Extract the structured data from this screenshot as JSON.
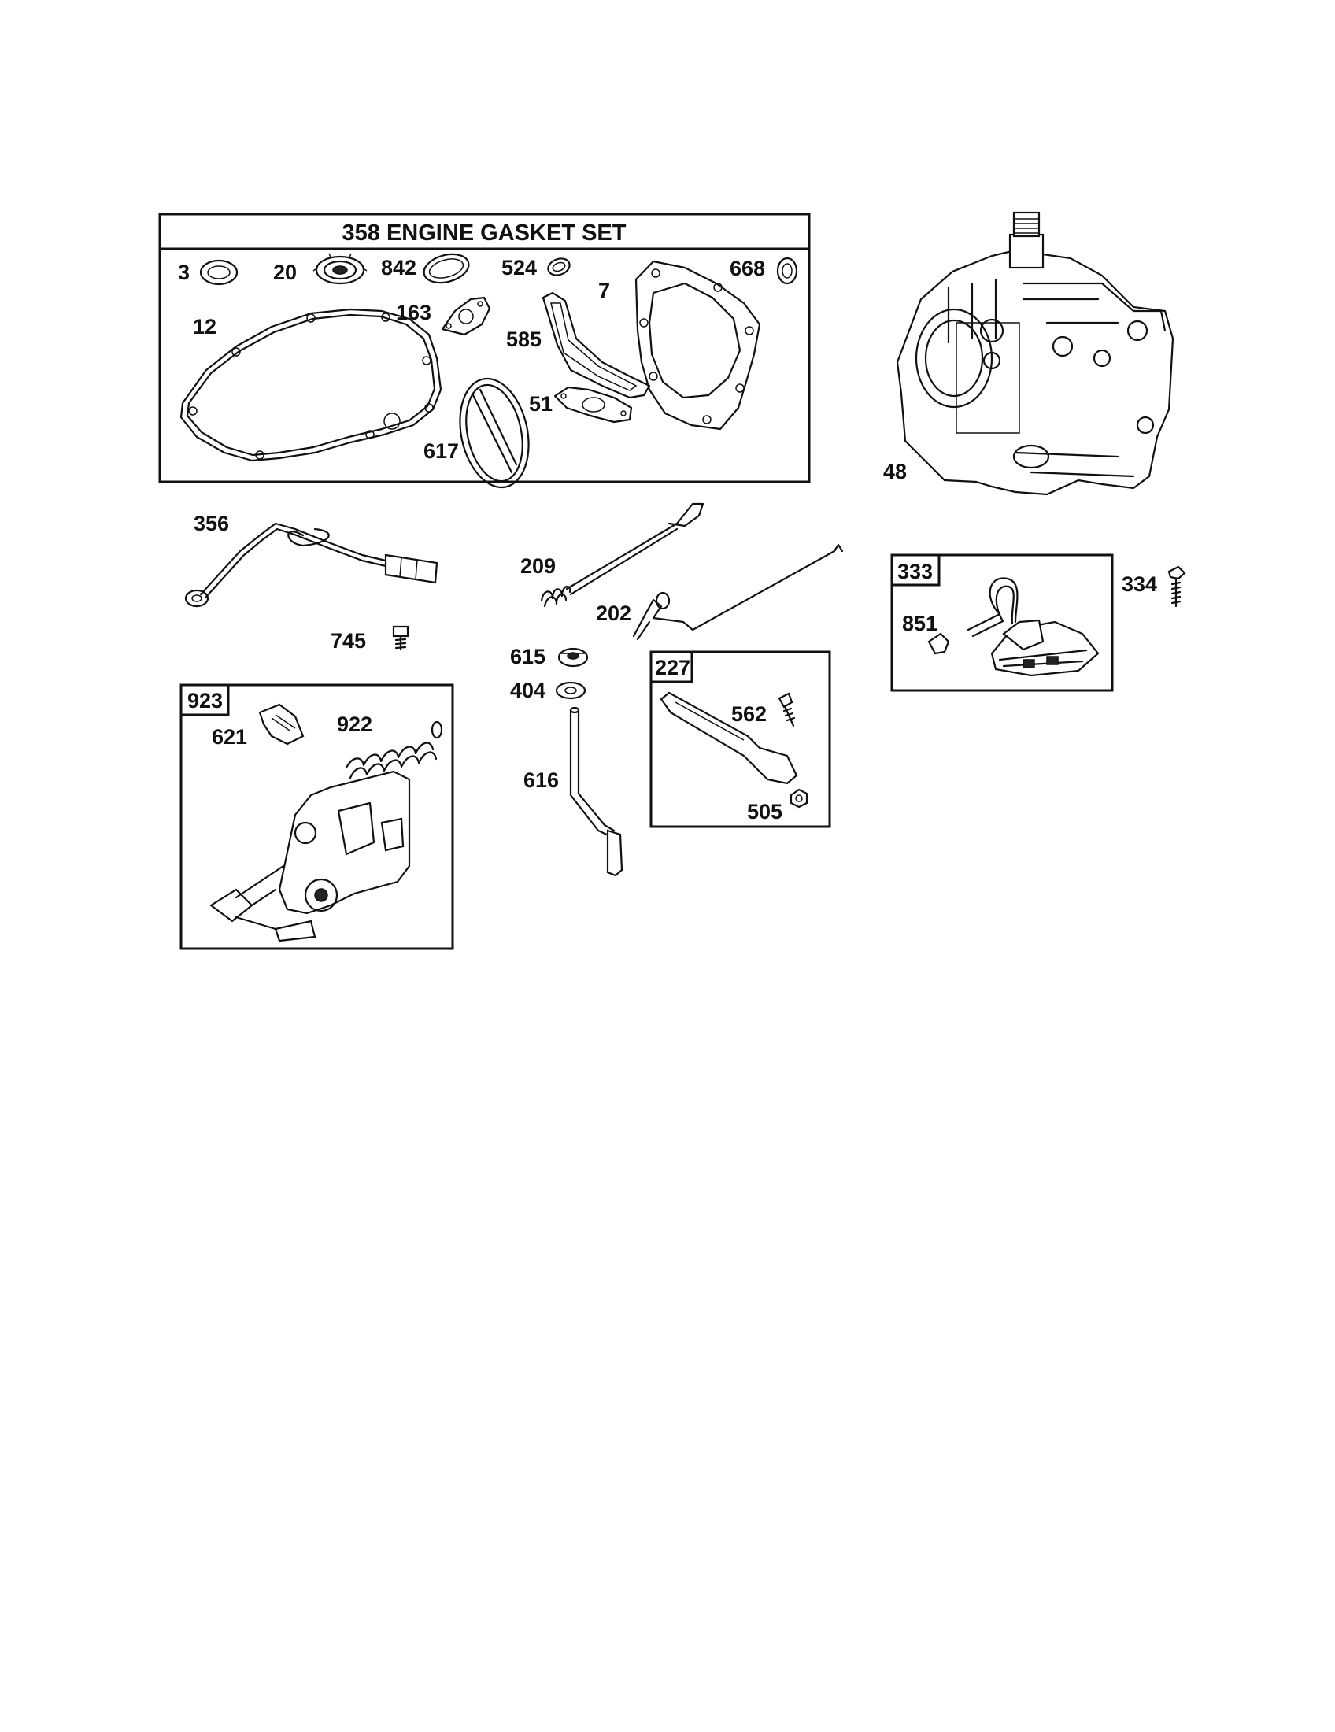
{
  "gasket_set": {
    "title": "358 ENGINE GASKET SET"
  },
  "labels": {
    "p3": "3",
    "p20": "20",
    "p842": "842",
    "p524": "524",
    "p7": "7",
    "p668": "668",
    "p12": "12",
    "p163": "163",
    "p585": "585",
    "p51": "51",
    "p617": "617",
    "p48": "48",
    "p356": "356",
    "p745": "745",
    "p209": "209",
    "p202": "202",
    "p615": "615",
    "p404": "404",
    "p616": "616",
    "p923": "923",
    "p621": "621",
    "p922": "922",
    "p227": "227",
    "p562": "562",
    "p505": "505",
    "p333": "333",
    "p851": "851",
    "p334": "334"
  }
}
